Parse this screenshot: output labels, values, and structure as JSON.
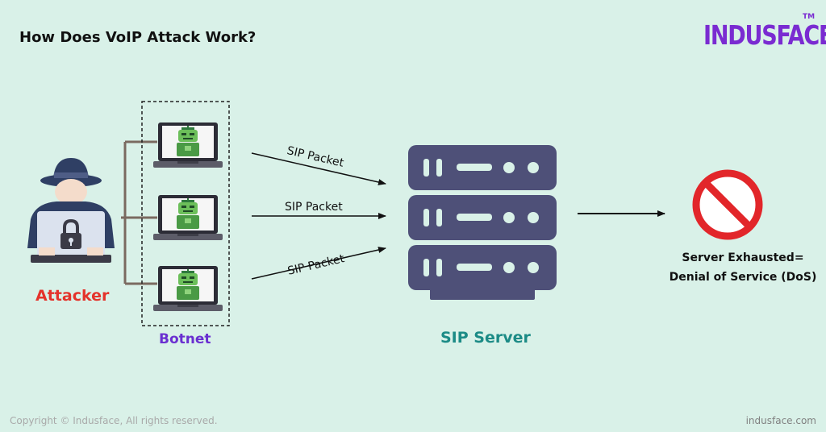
{
  "title": "How Does VoIP Attack Work?",
  "brand": {
    "name": "INDUSFACE",
    "tm": "TM",
    "accent": "#7a2bd1"
  },
  "nodes": {
    "attacker": "Attacker",
    "botnet": "Botnet",
    "server": "SIP Server",
    "result_line1": "Server Exhausted=",
    "result_line2": "Denial of Service (DoS)"
  },
  "packets": [
    "SIP Packet",
    "SIP Packet",
    "SIP Packet"
  ],
  "footer": {
    "copyright": "Copyright © Indusface, All rights reserved.",
    "site": "indusface.com"
  },
  "colors": {
    "background": "#d9f1e8",
    "attacker_label": "#e4332b",
    "botnet_label": "#6a2fd0",
    "server_label": "#1c8b86",
    "server_body": "#4e5078",
    "block_sign": "#e2262a"
  }
}
